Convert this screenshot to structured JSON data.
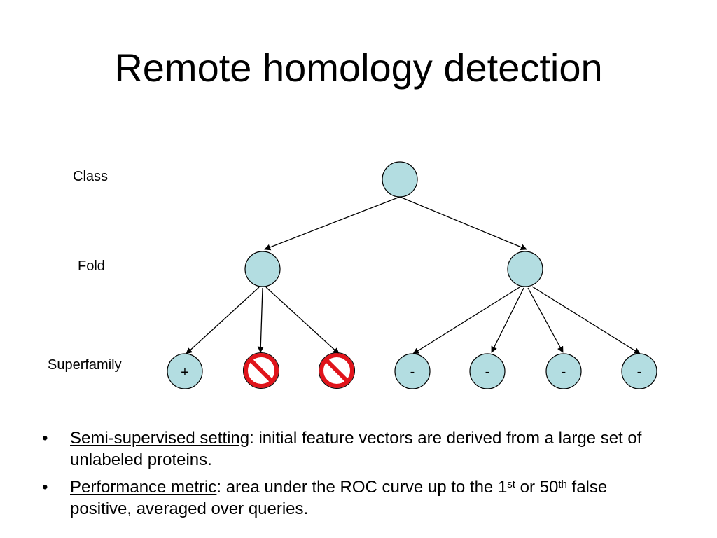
{
  "title": "Remote homology detection",
  "levels": {
    "class": "Class",
    "fold": "Fold",
    "superfamily": "Superfamily"
  },
  "colors": {
    "node_fill": "#b3dde1",
    "node_stroke": "#000000",
    "forbid_red": "#e0141b"
  },
  "superfamily_nodes": [
    {
      "kind": "label",
      "text": "+"
    },
    {
      "kind": "forbidden",
      "icon": "no-entry-icon"
    },
    {
      "kind": "forbidden",
      "icon": "no-entry-icon"
    },
    {
      "kind": "label",
      "text": "-"
    },
    {
      "kind": "label",
      "text": "-"
    },
    {
      "kind": "label",
      "text": "-"
    },
    {
      "kind": "label",
      "text": "-"
    }
  ],
  "bullets": [
    {
      "marker": "•",
      "term": "Semi-supervised setting",
      "text": ": initial feature vectors are derived from a large set of unlabeled proteins."
    },
    {
      "marker": "•",
      "term": "Performance metric",
      "text_a": ": area under the ROC curve up to the 1",
      "sup_a": "st",
      "text_b": " or 50",
      "sup_b": "th",
      "text_c": " false positive, averaged over queries."
    }
  ]
}
